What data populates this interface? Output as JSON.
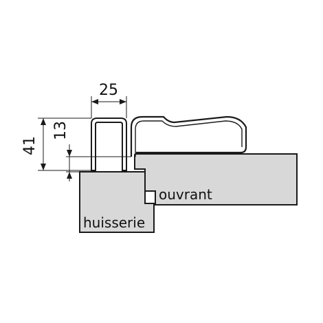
{
  "diagram": {
    "labels": {
      "width_value": "25",
      "total_height_value": "41",
      "step_height_value": "13",
      "frame_label": "huisserie",
      "door_label": "ouvrant"
    },
    "colors": {
      "profile_fill": "#d8d8d8",
      "stroke": "#1a1a1a",
      "background": "#ffffff"
    }
  }
}
